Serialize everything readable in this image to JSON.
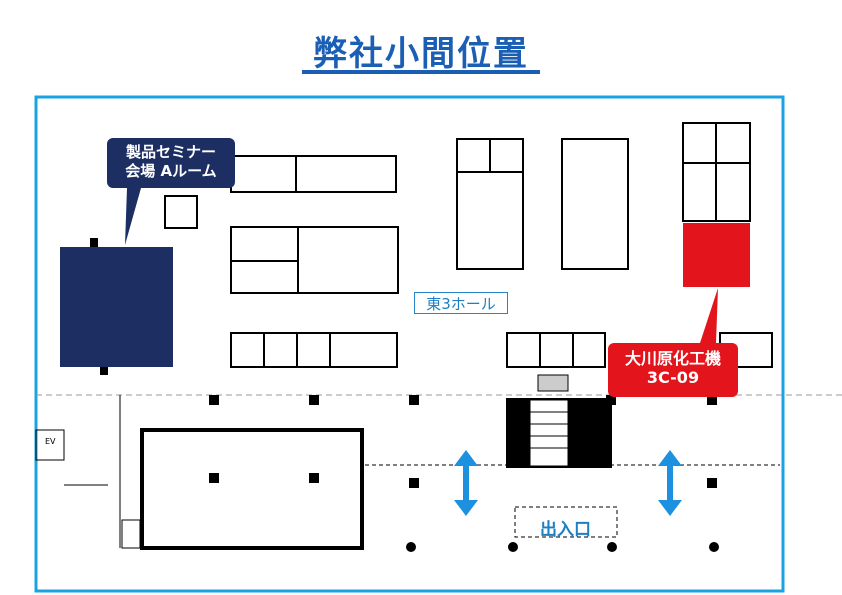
{
  "title": "弊社小間位置",
  "seminar_callout": {
    "line1": "製品セミナー",
    "line2": "会場 Aルーム"
  },
  "booth_callout": {
    "line1": "大川原化工機",
    "line2": "3C-09"
  },
  "hall_label": "東3ホール",
  "entrance_label": "出入口",
  "ev_label": "EV",
  "colors": {
    "title_blue": "#1a5fb4",
    "frame_cyan": "#1aa3e0",
    "seminar_navy": "#1d2e63",
    "booth_red": "#e3141c",
    "arrow_blue": "#1e90e0"
  }
}
